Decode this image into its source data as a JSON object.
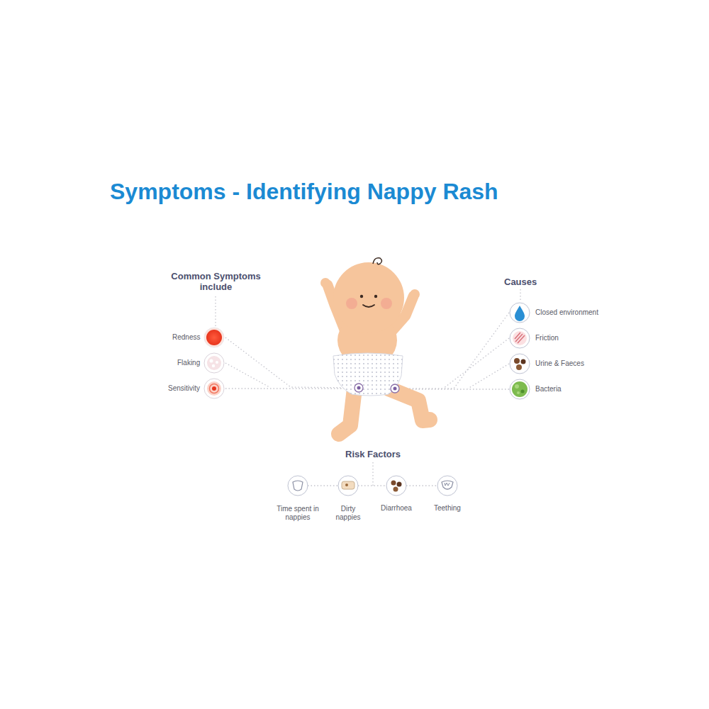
{
  "diagram": {
    "title": "Symptoms - Identifying Nappy Rash",
    "labels": [
      "Common Symptoms include",
      "Redness",
      "Flaking",
      "Sensitivity",
      "Causes",
      "Closed environment",
      "Friction",
      "Urine & Faeces",
      "Bacteria",
      "Risk Factors",
      "Time spent in nappies",
      "Dirty nappies",
      "Diarrhoea",
      "Teething"
    ]
  }
}
